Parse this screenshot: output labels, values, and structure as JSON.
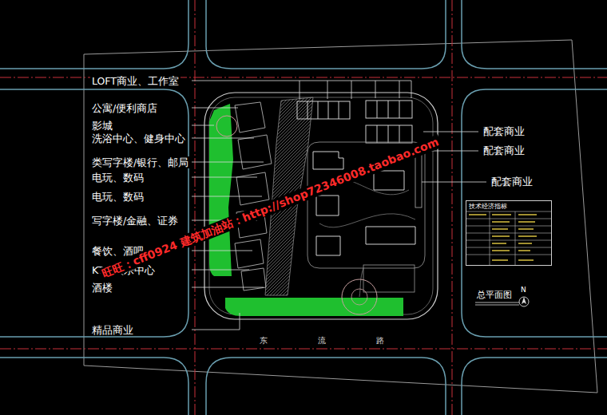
{
  "diagram": {
    "title": "总平面图",
    "nodes": [
      {
        "text": [
          "技术经济指标"
        ]
      }
    ],
    "labels": [
      "LOFT商业、工作室",
      "公寓/便利商店",
      "影城",
      "洗浴中心、健身中心",
      "类写字楼/银行、邮局",
      "电玩、数码",
      "电玩、数码",
      "写字楼/金融、证券",
      "餐饮、酒吧",
      "KTV 娱乐中心",
      "酒楼",
      "精品商业",
      "配套商业",
      "配套商业",
      "配套商业",
      "N",
      "东 流 路",
      "旺旺：cff0924  建筑加油站：http://shop72346008.taobao.com"
    ]
  }
}
